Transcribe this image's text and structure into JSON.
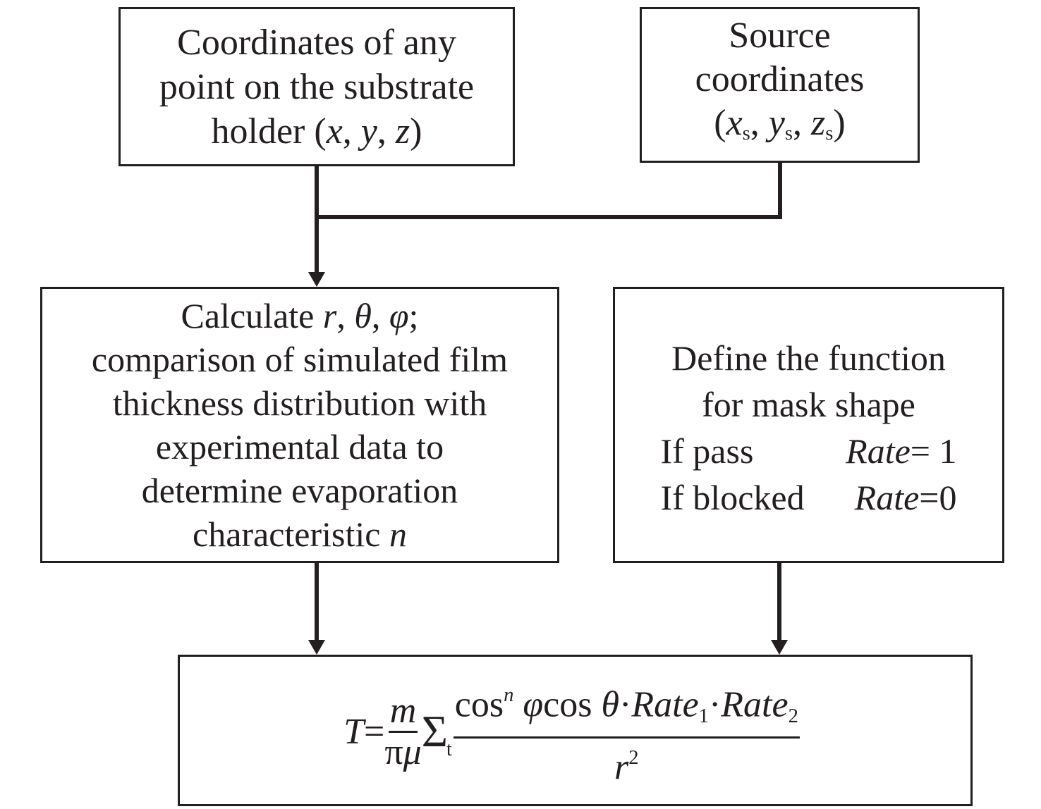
{
  "substrate_box": {
    "line1": "Coordinates of any",
    "line2": "point on the substrate",
    "line3_prefix": "holder (",
    "var_x": "x",
    "var_y": "y",
    "var_z": "z",
    "sep": ", ",
    "close": ")"
  },
  "source_box": {
    "line1": "Source",
    "line2": "coordinates",
    "open": "(",
    "var_x": "x",
    "var_y": "y",
    "var_z": "z",
    "subscript": "s",
    "sep": ", ",
    "close": ")"
  },
  "calc_box": {
    "line1_prefix": "Calculate ",
    "var_r": "r",
    "var_theta": "θ",
    "var_phi": "φ",
    "sep": ", ",
    "line1_suffix": ";",
    "line2": "comparison of simulated film",
    "line3": "thickness distribution with",
    "line4": "experimental data to",
    "line5": "determine evaporation",
    "line6_prefix": "characteristic ",
    "var_n": "n"
  },
  "mask_box": {
    "line1": "Define the function",
    "line2": "for mask shape",
    "pass_label": "If pass",
    "pass_rate_var": "Rate",
    "pass_rate_value": "= 1",
    "blocked_label": "If blocked",
    "blocked_rate_var": "Rate",
    "blocked_rate_value": "=0"
  },
  "formula_box": {
    "lhs": "T",
    "equals": "=",
    "frac_num": "m",
    "frac_den_pi": "π",
    "frac_den_mu": "μ",
    "sigma": "Σ",
    "sigma_sub": "t",
    "cos1": "cos",
    "exp_n": "n",
    "phi": " φ",
    "cos2": "cos ",
    "theta": "θ",
    "dot1": "·",
    "rate1": "Rate",
    "idx1": "1",
    "dot2": "·",
    "rate2": "Rate",
    "idx2": "2",
    "den_r": "r",
    "den_exp": "2"
  }
}
